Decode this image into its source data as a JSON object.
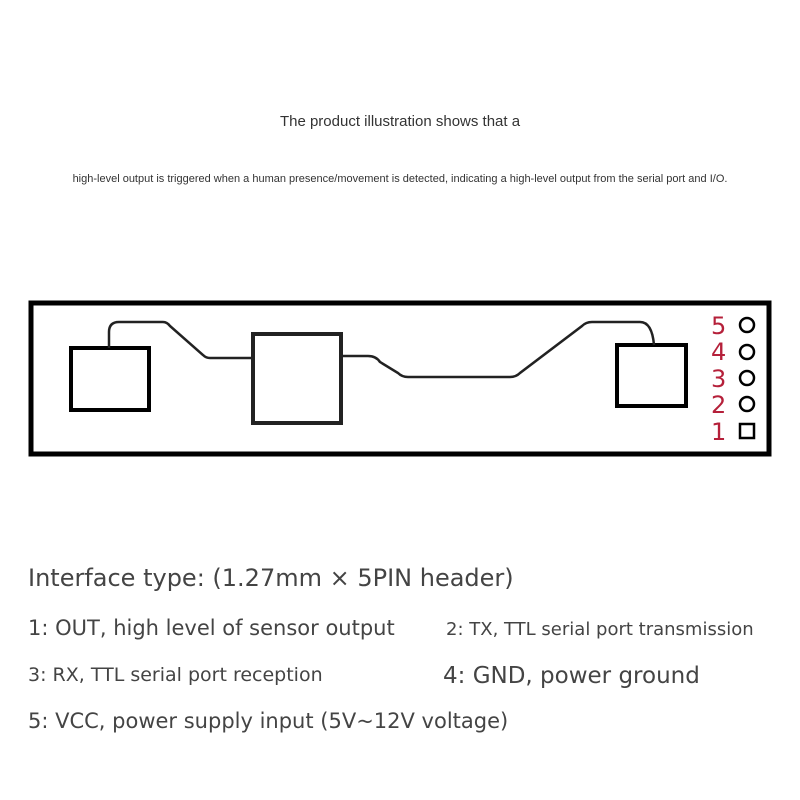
{
  "caption": {
    "line1": "The product illustration shows that a",
    "line2": "high-level output is triggered when a human presence/movement is detected, indicating a high-level output from the serial port and I/O."
  },
  "pins": [
    "5",
    "4",
    "3",
    "2",
    "1"
  ],
  "interface": {
    "title": "Interface type: (1.27mm × 5PIN header)",
    "pin1": "1: OUT, high level of sensor output",
    "pin2": "2: TX, TTL serial port transmission",
    "pin3": "3: RX, TTL serial port reception",
    "pin4": "4: GND, power ground",
    "pin5": "5: VCC, power supply input (5V~12V voltage)"
  },
  "colors": {
    "pin_label": "#b5203a"
  }
}
